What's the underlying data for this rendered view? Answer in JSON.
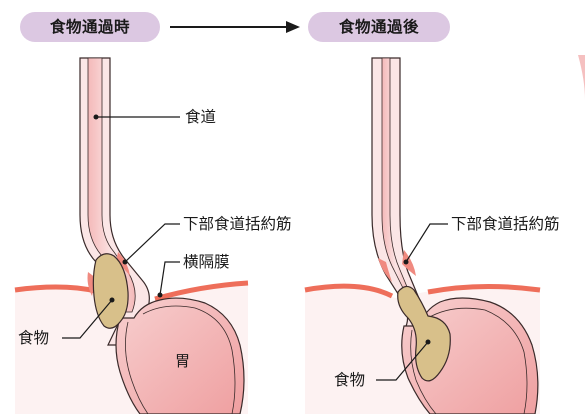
{
  "panels": {
    "before": {
      "title": "食物通過時"
    },
    "after": {
      "title": "食物通過後"
    }
  },
  "labels": {
    "esophagus": "食道",
    "les_before": "下部食道括約筋",
    "diaphragm": "横隔膜",
    "food_before": "食物",
    "stomach": "胃",
    "les_after": "下部食道括約筋",
    "food_after": "食物"
  },
  "colors": {
    "pill_bg": "#dcc8e2",
    "tissue_outer": "#fbe6e6",
    "lumen": "#f3b5b5",
    "muscle": "#f08a80",
    "diaphragm": "#ee6e5a",
    "food": "#d8c08a",
    "outline": "#3a2a2a"
  }
}
